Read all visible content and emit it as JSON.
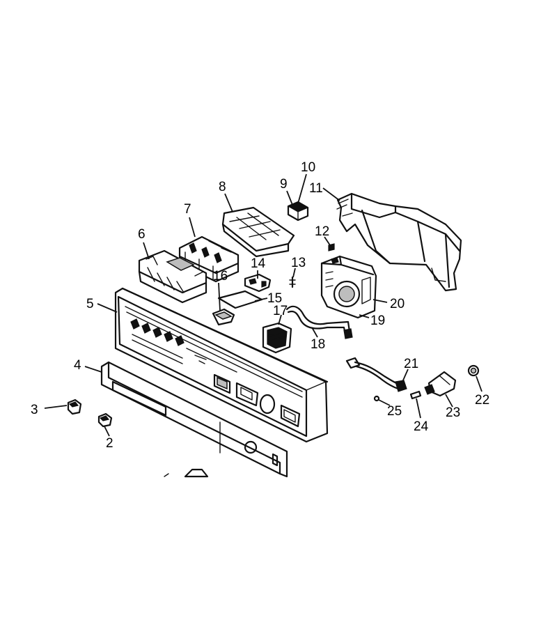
{
  "diagram": {
    "callouts": [
      {
        "id": "2",
        "label": "2"
      },
      {
        "id": "3",
        "label": "3"
      },
      {
        "id": "4",
        "label": "4"
      },
      {
        "id": "5",
        "label": "5"
      },
      {
        "id": "6",
        "label": "6"
      },
      {
        "id": "7",
        "label": "7"
      },
      {
        "id": "8",
        "label": "8"
      },
      {
        "id": "9",
        "label": "9"
      },
      {
        "id": "10",
        "label": "10"
      },
      {
        "id": "11",
        "label": "11"
      },
      {
        "id": "12",
        "label": "12"
      },
      {
        "id": "13",
        "label": "13"
      },
      {
        "id": "14",
        "label": "14"
      },
      {
        "id": "15",
        "label": "15"
      },
      {
        "id": "16",
        "label": "16"
      },
      {
        "id": "17",
        "label": "17"
      },
      {
        "id": "18",
        "label": "18"
      },
      {
        "id": "19",
        "label": "19"
      },
      {
        "id": "20",
        "label": "20"
      },
      {
        "id": "21",
        "label": "21"
      },
      {
        "id": "22",
        "label": "22"
      },
      {
        "id": "23",
        "label": "23"
      },
      {
        "id": "24",
        "label": "24"
      },
      {
        "id": "25",
        "label": "25"
      }
    ]
  }
}
